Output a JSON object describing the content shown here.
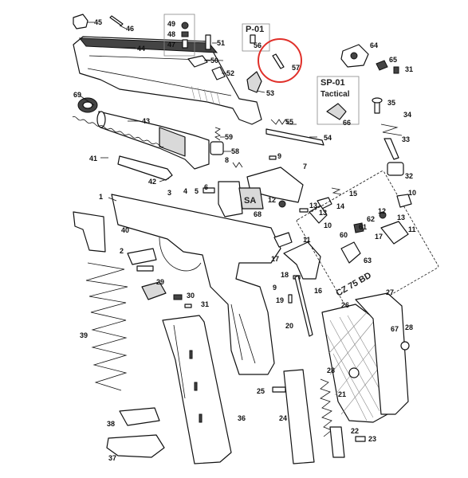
{
  "diagram": {
    "labels": {
      "p1": "1",
      "p2": "2",
      "p3": "3",
      "p4": "4",
      "p5": "5",
      "p6": "6",
      "p7": "7",
      "p8": "8",
      "p9": "9",
      "p10": "10",
      "p11": "11",
      "p12": "12",
      "p13": "13",
      "p14": "14",
      "p15": "15",
      "p16": "16",
      "p17": "17",
      "p18": "18",
      "p19": "19",
      "p20": "20",
      "p21": "21",
      "p22": "22",
      "p23": "23",
      "p24": "24",
      "p25": "25",
      "p26": "26",
      "p27": "27",
      "p28": "28",
      "p29": "29",
      "p30": "30",
      "p31": "31",
      "p32": "32",
      "p33": "33",
      "p34": "34",
      "p35": "35",
      "p36": "36",
      "p37": "37",
      "p38": "38",
      "p39": "39",
      "p40": "40",
      "p41": "41",
      "p42": "42",
      "p43": "43",
      "p44": "44",
      "p45": "45",
      "p46": "46",
      "p47": "47",
      "p48": "48",
      "p49": "49",
      "p50": "50",
      "p51": "51",
      "p52": "52",
      "p53": "53",
      "p54": "54",
      "p55": "55",
      "p56": "56",
      "p57": "57",
      "p58": "58",
      "p59": "59",
      "p60": "60",
      "p61": "61",
      "p62": "62",
      "p63": "63",
      "p64": "64",
      "p65": "65",
      "p66": "66",
      "p67": "67",
      "p68": "68",
      "p69": "69"
    },
    "group_labels": {
      "p01": "P-01",
      "sp01_line1": "SP-01",
      "sp01_line2": "Tactical",
      "sa": "SA",
      "bd": "CZ 75 BD"
    },
    "highlight": {
      "part": "57",
      "color": "#e0302a"
    }
  }
}
